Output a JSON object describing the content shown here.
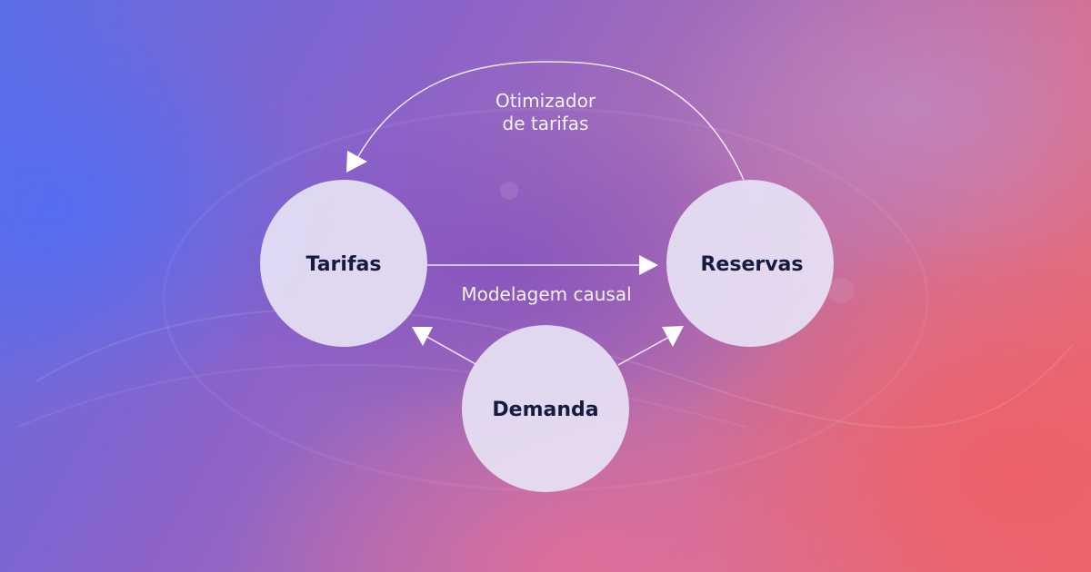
{
  "nodes": {
    "tarifas": "Tarifas",
    "reservas": "Reservas",
    "demanda": "Demanda"
  },
  "edges": {
    "optimizer_line1": "Otimizador",
    "optimizer_line2": "de tarifas",
    "causal": "Modelagem causal"
  },
  "colors": {
    "node_fill": "#e6e1f4",
    "node_text": "#171a43",
    "edge_stroke": "#ffffff"
  }
}
